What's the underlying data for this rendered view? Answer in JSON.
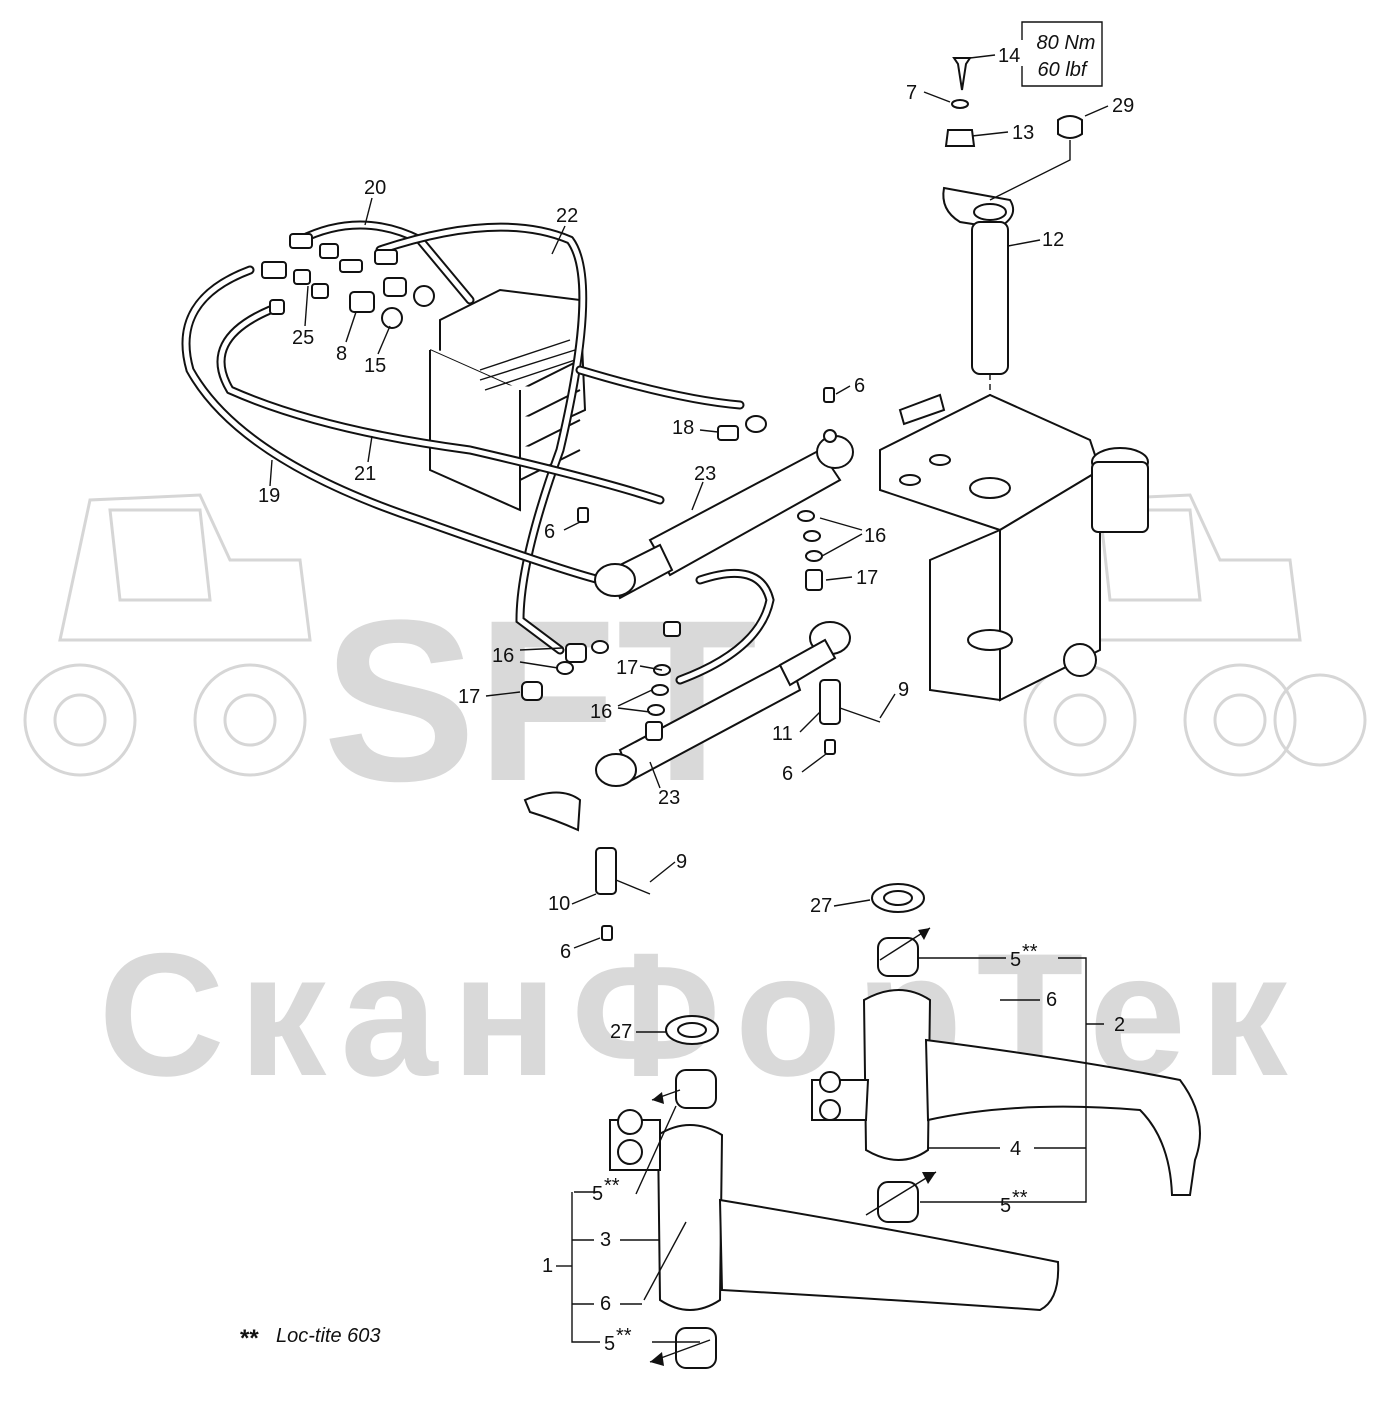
{
  "watermark": {
    "brand": "SFT",
    "company": "СканФорТек"
  },
  "torque_box": {
    "line1": "80 Nm",
    "line2": "60 lbf"
  },
  "note": {
    "stars": "**",
    "text": "Loc-tite 603"
  },
  "labels": [
    {
      "id": "l14",
      "text": "14"
    },
    {
      "id": "l7",
      "text": "7"
    },
    {
      "id": "l13",
      "text": "13"
    },
    {
      "id": "l29",
      "text": "29"
    },
    {
      "id": "l12",
      "text": "12"
    },
    {
      "id": "l20",
      "text": "20"
    },
    {
      "id": "l22",
      "text": "22"
    },
    {
      "id": "l25",
      "text": "25"
    },
    {
      "id": "l8",
      "text": "8"
    },
    {
      "id": "l15",
      "text": "15"
    },
    {
      "id": "l6a",
      "text": "6"
    },
    {
      "id": "l18",
      "text": "18"
    },
    {
      "id": "l23a",
      "text": "23"
    },
    {
      "id": "l21",
      "text": "21"
    },
    {
      "id": "l19",
      "text": "19"
    },
    {
      "id": "l6b",
      "text": "6"
    },
    {
      "id": "l16a",
      "text": "16"
    },
    {
      "id": "l17a",
      "text": "17"
    },
    {
      "id": "l16b",
      "text": "16"
    },
    {
      "id": "l17b",
      "text": "17"
    },
    {
      "id": "l17c",
      "text": "17"
    },
    {
      "id": "l16c",
      "text": "16"
    },
    {
      "id": "l9a",
      "text": "9"
    },
    {
      "id": "l11",
      "text": "11"
    },
    {
      "id": "l6c",
      "text": "6"
    },
    {
      "id": "l23b",
      "text": "23"
    },
    {
      "id": "l9b",
      "text": "9"
    },
    {
      "id": "l10",
      "text": "10"
    },
    {
      "id": "l6d",
      "text": "6"
    },
    {
      "id": "l27a",
      "text": "27"
    },
    {
      "id": "l5a",
      "text": "5"
    },
    {
      "id": "l6e",
      "text": "6"
    },
    {
      "id": "l2",
      "text": "2"
    },
    {
      "id": "l27b",
      "text": "27"
    },
    {
      "id": "l4",
      "text": "4"
    },
    {
      "id": "l5b",
      "text": "5"
    },
    {
      "id": "l5c",
      "text": "5"
    },
    {
      "id": "l1",
      "text": "1"
    },
    {
      "id": "l3",
      "text": "3"
    },
    {
      "id": "l6f",
      "text": "6"
    },
    {
      "id": "l5d",
      "text": "5"
    }
  ],
  "superscript": "**"
}
